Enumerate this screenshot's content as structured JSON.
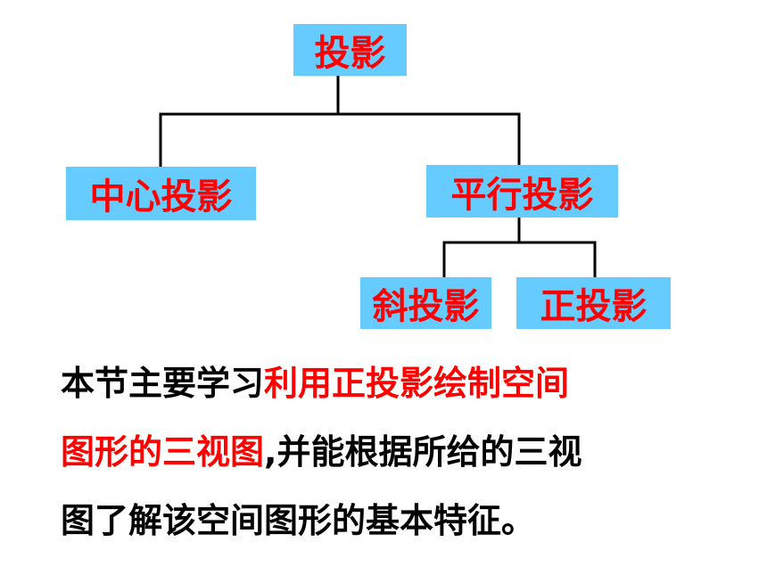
{
  "diagram": {
    "root": "投影",
    "children": [
      {
        "label": "中心投影"
      },
      {
        "label": "平行投影",
        "children": [
          {
            "label": "斜投影"
          },
          {
            "label": "正投影"
          }
        ]
      }
    ]
  },
  "paragraph": {
    "line1": {
      "part1": "本节主要学习",
      "part2_red": "利用正投影绘制空间"
    },
    "line2": {
      "part1_red": "图形的三视图",
      "part2": ",并能根据所给的三视"
    },
    "line3": {
      "text": "图了解该空间图形的基本特征。"
    }
  },
  "colors": {
    "box_fill": "#66ccff",
    "box_text": "#ff0000",
    "body_text": "#000000",
    "highlight_text": "#ff0000"
  }
}
